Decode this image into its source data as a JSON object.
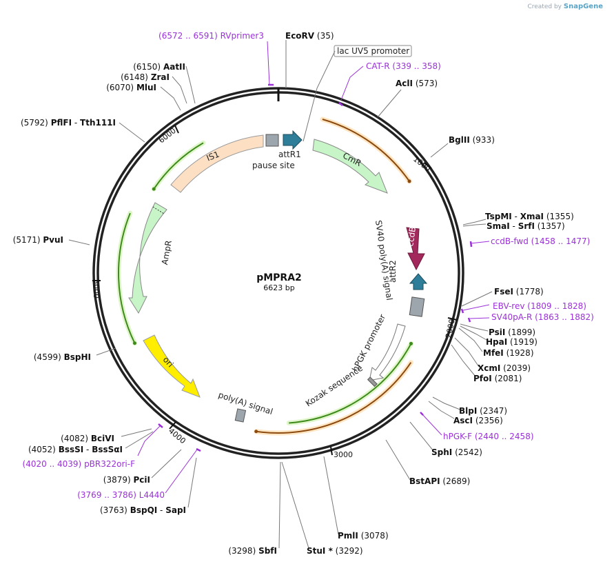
{
  "credit": {
    "text": "Created by",
    "brand": "SnapGene"
  },
  "plasmid": {
    "name": "pMPRA2",
    "size_label": "6623 bp"
  },
  "ticks": [
    "1000",
    "2000",
    "3000",
    "4000",
    "5000",
    "6000"
  ],
  "sites": [
    {
      "id": "ecorv",
      "name": "EcoRV",
      "pos": "(35)"
    },
    {
      "id": "acli",
      "name": "AclI",
      "pos": "(573)"
    },
    {
      "id": "bglii",
      "name": "BglII",
      "pos": "(933)"
    },
    {
      "id": "tspmi",
      "name": "TspMI",
      "name2": "XmaI",
      "pos": "(1355)"
    },
    {
      "id": "smai",
      "name": "SmaI",
      "name2": "SrfI",
      "pos": "(1357)"
    },
    {
      "id": "fsei",
      "name": "FseI",
      "pos": "(1778)"
    },
    {
      "id": "psii",
      "name": "PsiI",
      "pos": "(1899)"
    },
    {
      "id": "hpai",
      "name": "HpaI",
      "pos": "(1919)"
    },
    {
      "id": "mfei",
      "name": "MfeI",
      "pos": "(1928)"
    },
    {
      "id": "xcmi",
      "name": "XcmI",
      "pos": "(2039)"
    },
    {
      "id": "pfoi",
      "name": "PfoI",
      "pos": "(2081)"
    },
    {
      "id": "blpi",
      "name": "BlpI",
      "pos": "(2347)"
    },
    {
      "id": "asci",
      "name": "AscI",
      "pos": "(2356)"
    },
    {
      "id": "sphi",
      "name": "SphI",
      "pos": "(2542)"
    },
    {
      "id": "bstapi",
      "name": "BstAPI",
      "pos": "(2689)"
    },
    {
      "id": "pmli",
      "name": "PmlI",
      "pos": "(3078)"
    },
    {
      "id": "stui",
      "name": "StuI *",
      "pos": "(3292)"
    },
    {
      "id": "sbfi",
      "name": "SbfI",
      "pos": "(3298)"
    },
    {
      "id": "bspqi",
      "name": "BspQI",
      "name2": "SapI",
      "pos": "(3763)"
    },
    {
      "id": "pcii",
      "name": "PciI",
      "pos": "(3879)"
    },
    {
      "id": "bssi",
      "name": "BssSI",
      "name2": "BssSαI",
      "pos": "(4052)"
    },
    {
      "id": "bcivi",
      "name": "BciVI",
      "pos": "(4082)"
    },
    {
      "id": "bsphi",
      "name": "BspHI",
      "pos": "(4599)"
    },
    {
      "id": "pvui",
      "name": "PvuI",
      "pos": "(5171)"
    },
    {
      "id": "pflfi",
      "name": "PflFI",
      "name2": "Tth111I",
      "pos": "(5792)"
    },
    {
      "id": "mlui",
      "name": "MluI",
      "pos": "(6070)"
    },
    {
      "id": "zrai",
      "name": "ZraI",
      "pos": "(6148)"
    },
    {
      "id": "aatii",
      "name": "AatII",
      "pos": "(6150)"
    }
  ],
  "primers": [
    {
      "id": "rvprimer3",
      "name": "RVprimer3",
      "range": "(6572 .. 6591)"
    },
    {
      "id": "catr",
      "name": "CAT-R",
      "range": "(339 .. 358)"
    },
    {
      "id": "ccdbfwd",
      "name": "ccdB-fwd",
      "range": "(1458 .. 1477)"
    },
    {
      "id": "ebvrev",
      "name": "EBV-rev",
      "range": "(1809 .. 1828)"
    },
    {
      "id": "sv40par",
      "name": "SV40pA-R",
      "range": "(1863 .. 1882)"
    },
    {
      "id": "hpgkf",
      "name": "hPGK-F",
      "range": "(2440 .. 2458)"
    },
    {
      "id": "l4440",
      "name": "L4440",
      "range": "(3769 .. 3786)"
    },
    {
      "id": "pbr322",
      "name": "pBR322ori-F",
      "range": "(4020 .. 4039)"
    }
  ],
  "features": {
    "lacuv5": "lac UV5 promoter",
    "is1": "IS1",
    "cmr": "CmR",
    "attr1": "attR1",
    "pause": "pause site",
    "ampr": "AmpR",
    "ccdb": "ccdB",
    "sv40": "SV40 poly(A) signal",
    "attr2": "attR2",
    "hpgk": "hPGK promoter",
    "kozak": "Kozak sequence",
    "ori": "ori",
    "polya": "poly(A) signal"
  },
  "colors": {
    "backbone": "#222222",
    "cat_resistance": "#c8f5c8",
    "ampr": "#c8f5c8",
    "is1": "#fde0c4",
    "ccdb": "#a3285c",
    "att": "#2e7d99",
    "ori": "#ffee00",
    "primer": "#9b30d9",
    "orf_green": "#5fa52a",
    "orf_orange": "#b5651d"
  }
}
